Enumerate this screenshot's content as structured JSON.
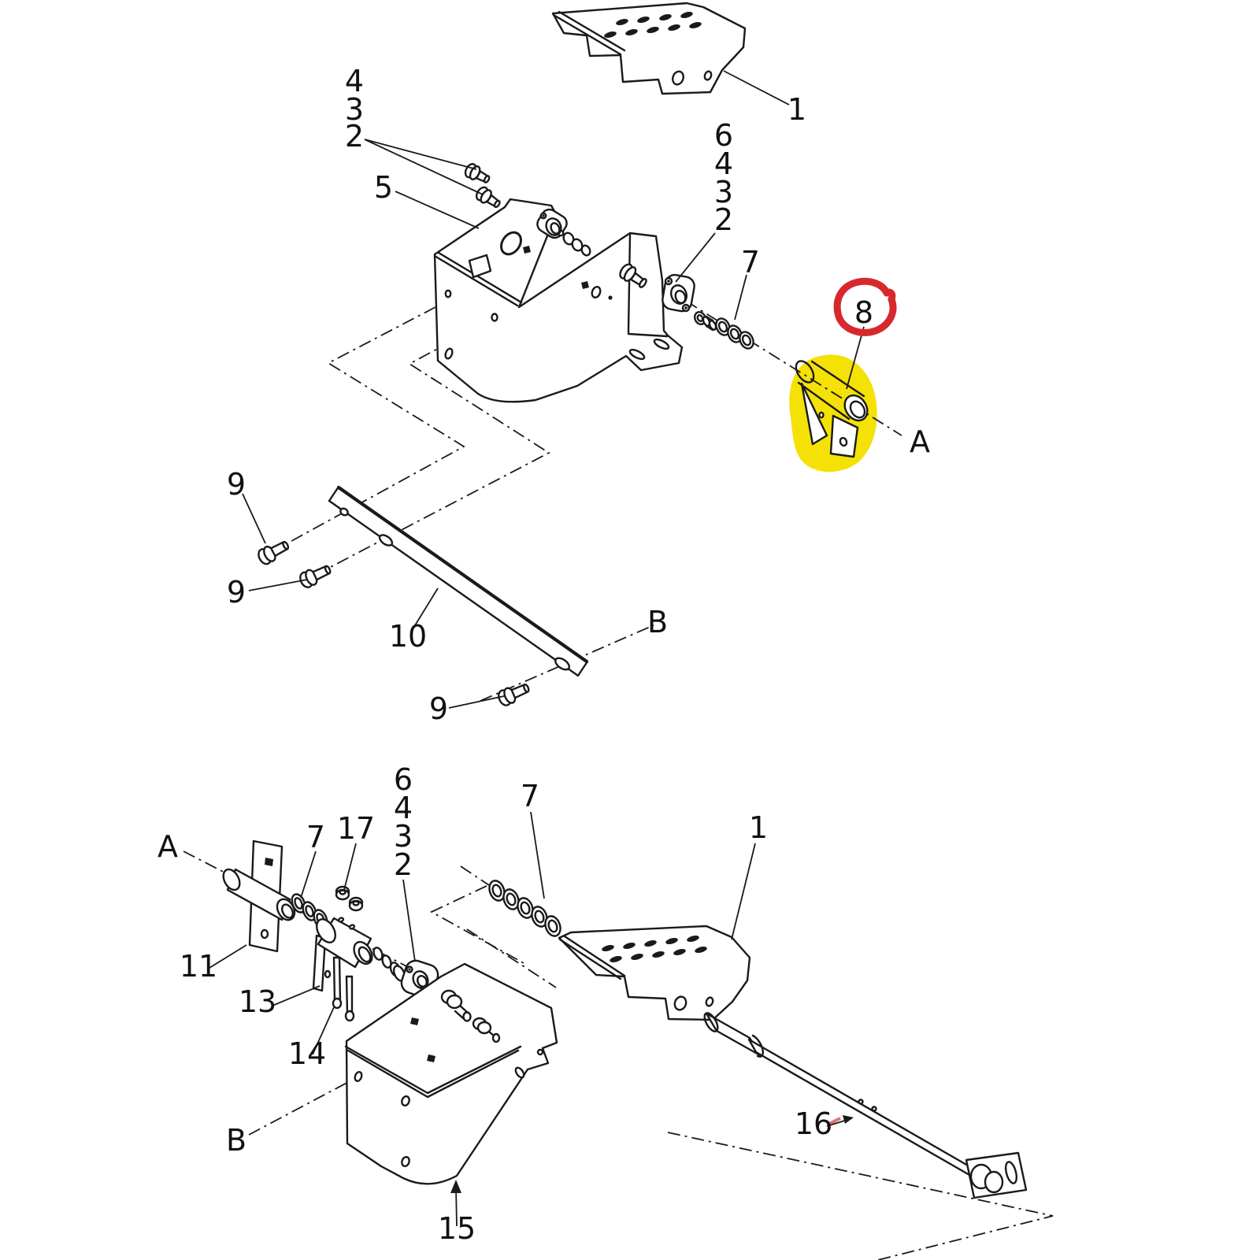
{
  "diagram": {
    "background": "#ffffff",
    "line_color": "#1a1a1a",
    "annotations": {
      "red_circle_color": "#d7282e",
      "yellow_highlight_color": "#f4e106",
      "red_mark_color": "#cc3b3b",
      "red_circled_label": "8",
      "yellow_highlighted_part": "8"
    },
    "labels": [
      "4",
      "3",
      "2",
      "5",
      "1",
      "6",
      "4",
      "3",
      "2",
      "7",
      "8",
      "A",
      "9",
      "9",
      "10",
      "B",
      "9",
      "A",
      "11",
      "7",
      "17",
      "6",
      "4",
      "3",
      "2",
      "13",
      "14",
      "7",
      "1",
      "15",
      "16",
      "B"
    ],
    "view_letters": [
      "A",
      "B"
    ]
  }
}
